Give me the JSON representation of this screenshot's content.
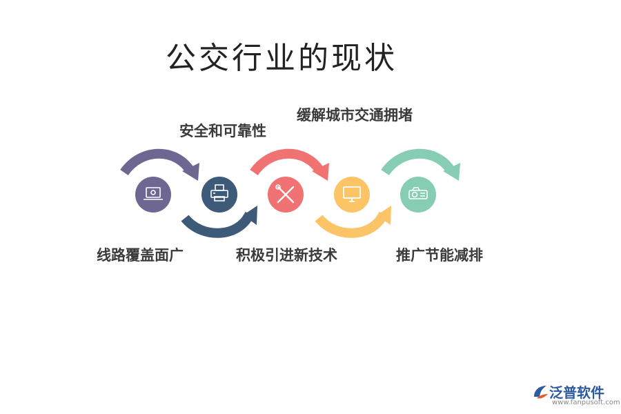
{
  "title": "公交行业的现状",
  "steps": [
    {
      "label": "线路覆盖面广",
      "icon": "laptop-icon",
      "color": "#6e6791"
    },
    {
      "label": "安全和可靠性",
      "icon": "printer-icon",
      "color": "#3d5a78"
    },
    {
      "label": "积极引进新技术",
      "icon": "tools-icon",
      "color": "#f07272"
    },
    {
      "label": "缓解城市交通拥堵",
      "icon": "monitor-icon",
      "color": "#fbc466"
    },
    {
      "label": "推广节能减排",
      "icon": "projector-icon",
      "color": "#86cdb3"
    }
  ],
  "logo": {
    "name": "泛普软件",
    "url": "www.fanpusoft.com",
    "color": "#2c5aa0",
    "accent": "#e85a2a"
  }
}
